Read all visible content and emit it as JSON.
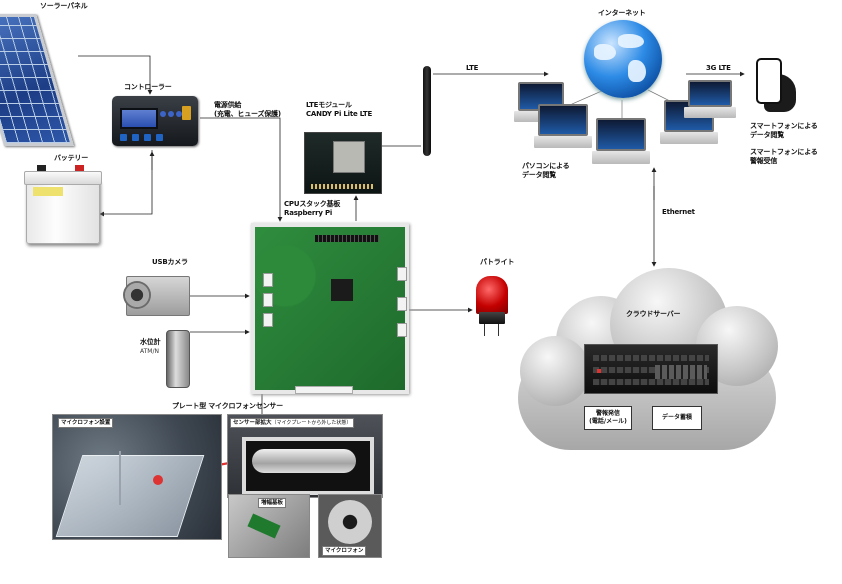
{
  "labels": {
    "solar_panel": "ソーラーパネル",
    "controller": "コントローラー",
    "battery": "バッテリー",
    "power_supply_line1": "電源供給",
    "power_supply_line2": "(充電、ヒューズ保護)",
    "lte_module_line1": "LTEモジュール",
    "lte_module_line2": "CANDY Pi Lite LTE",
    "cpu_board_line1": "CPUスタック基板",
    "cpu_board_line2": "Raspberry Pi",
    "usb_camera": "USBカメラ",
    "water_gauge": "水位計",
    "water_gauge_model": "ATM/N",
    "patlite": "パトライト",
    "plate_microphone": "プレート型 マイクロフォンセンサー",
    "internet": "インターネット",
    "lte_link": "LTE",
    "mobile_link": "3G LTE",
    "smartphone_data": "スマートフォンによる\nデータ閲覧",
    "smartphone_alert": "スマートフォンによる\n警報受信",
    "pc_data": "パソコンによる\nデータ閲覧",
    "ethernet": "Ethernet",
    "cloud_server": "クラウドサーバー",
    "alert_output": "警報発信\n(電話/メール)",
    "data_storage": "データ蓄積"
  },
  "photo_tags": {
    "plate_install": "マイクロフォン設置",
    "sensor_enlarged": "センサー部拡大",
    "sensor_enlarged_note": "（マイクプレートから外した状態）",
    "amp_board": "増幅基板",
    "microphone": "マイクロフォン"
  },
  "colors": {
    "link_line": "#222222",
    "highlight_arrow": "#e03030"
  }
}
